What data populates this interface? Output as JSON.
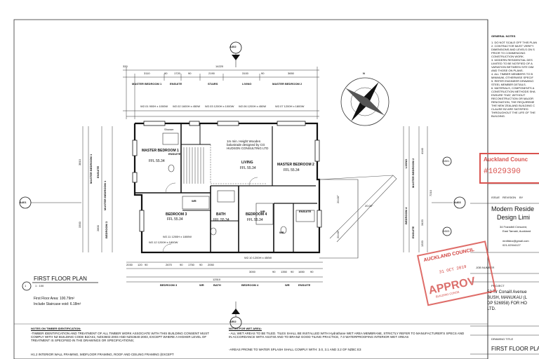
{
  "plan": {
    "title": "FIRST FLOOR PLAN",
    "view_number": "1",
    "scale": "1 : 100",
    "floor_area": "First Floor Area: 100.79m²",
    "staircase_void": "Include Staircase void: 6.18m²",
    "markers": {
      "top": "A402",
      "left": "A401",
      "right": "A403",
      "bottom": "A502",
      "right_top": "A501",
      "right_bottom": "A503"
    },
    "rooms": [
      {
        "name": "MASTER BEDROOM 1",
        "ffl": "FFL 55.34"
      },
      {
        "name": "LIVING",
        "ffl": "FFL 55.34"
      },
      {
        "name": "MASTER BEDROOM 2",
        "ffl": "FFL 55.34"
      },
      {
        "name": "BEDROOM 3",
        "ffl": "FFL 55.34"
      },
      {
        "name": "BATH",
        "ffl": "FFL 55.34"
      },
      {
        "name": "BEDROOM 4",
        "ffl": "FFL 55.34"
      }
    ],
    "small_labels": {
      "ensuite": "ENSUITE",
      "wr": "WR",
      "shower": "Shower",
      "stairs": "STAIRS"
    },
    "balustrade_note": "1m min. Height Wooden balustrade designed by CG HUDSON CONSULTING LTD",
    "top_dims": [
      "320",
      "3110",
      "90",
      "1720",
      "90",
      "2190",
      "3100",
      "90",
      "3650"
    ],
    "top_overall": "14220",
    "top_room_labels": [
      "MASTER BEDROOM 1",
      "ENSUITE",
      "STAIRS",
      "LIVING",
      "MASTER BEDROOM 2"
    ],
    "bottom_dims": [
      "2030",
      "120",
      "90",
      "2670",
      "90",
      "1750",
      "90",
      "2050",
      "3000",
      "90",
      "1350",
      "90",
      "1650",
      "90"
    ],
    "bottom_overall": "12510",
    "bottom_room_labels": [
      "BEDROOM 3",
      "WR",
      "BATH",
      "BEDROOM 4",
      "WR",
      "ENSUITE"
    ],
    "left_labels": [
      "MASTER BEDROOM 1",
      "ENSUITE",
      "MASTER BEDROOM 1",
      "BEDROOM 3"
    ],
    "left_dims": [
      "3810",
      "3300",
      "2800"
    ],
    "right_labels": [
      "LIVING",
      "MASTER BEDROOM 2",
      "BEDROOM 4",
      "ENSUITE"
    ],
    "right_dims": [
      "4140",
      "7210",
      "3420",
      "1320"
    ],
    "roof_angles": [
      "20.00°",
      "20.00°",
      "20.00°"
    ],
    "window_labels": [
      "W2.01 900H x 1000W",
      "W2.02 1600H x 450W",
      "W2.03 1200H x 1000W",
      "W2.06 1200H x 450W",
      "W2.07 1200H x 1800W",
      "W2.11 1200H x 1800W",
      "W2.12 1200H x 1800W",
      "W2.10 1200H x 450W"
    ],
    "compass_label": "N"
  },
  "general_notes": {
    "title": "GENERAL NOTES",
    "items": [
      "1. DO NOT SCALE OFF THIS PLAN",
      "2. CONTRACTOR MUST VERIFY",
      "DIMENSIONS AND LEVELS ON S",
      "PRIOR TO COMMENCING",
      "CONSTRUCTION WORK.",
      "3. MODERN RESIDENTIAL DES",
      "LIMITED TO BE NOTIFIED OF A",
      "VARIATION BETWEEN SITE DIM",
      "AND THOSE ON PLANS.",
      "4. ALL TIMBER MEMBERS TO B",
      "MINIMUM, OTHERWISE SPECIF",
      "5. REFER ENGINEER DRAWING",
      "STEEL MEMBER DETAILS.",
      "6. MATERIALS, COMPONENTS A",
      "CONSTRUCTION METHODS SHA",
      "ENSURE THAT, WITHOUT",
      "RECONSTRUCTION OR MAJOR",
      "RENOVATION, THE REQUIREME",
      "THE NEW ZEALAND BUILDING C",
      "CLAUSE B2 ARE SATISFIED",
      "THROUGHOUT THE LIFE OF THE",
      "BUILDING."
    ]
  },
  "council_stamp_top": {
    "name": "Auckland Counc",
    "number": "#1029390"
  },
  "revision_header": [
    "ISSUE",
    "REVISION",
    "BY"
  ],
  "company": {
    "name_line1": "Modern Reside",
    "name_line2": "Design Limi",
    "address1": "34 Fransfell Crescent,",
    "address2": "East Tamaki, Auckland",
    "email": "mrdltdnz@gmail.com",
    "phone": "021-02944127"
  },
  "job": {
    "job_number_label": "JOB NUMBER",
    "project_label": "PROJECT",
    "project_lines": [
      "52 Tir Conaill Avenue",
      "BUSH, MANUKAU (L",
      "DP 526958) FOR HO",
      "LTD."
    ],
    "drawing_title_label": "DRAWING TITLE",
    "drawing_title": "FIRST FLOOR PLA"
  },
  "approval_stamp": {
    "council": "AUCKLAND COUNCIL",
    "date": "31 OCT 2019",
    "word": "APPROV",
    "sub": "BUILDING CONSE"
  },
  "timber_notes": {
    "title": "NOTES ON TIMBER IDENTIFICATION:",
    "body": "-TIMBER IDENTIFICATION AND TREATMENT OF ALL TIMBER WORK ASSOCIATE WITH THIS BUILDING CONSENT MUST COMPLY WITH NZ BUILDING CODE B2/AS1; NZS3602:2003 AND NZS3640:2003, EXCEPT WHERE A HIGHER LEVEL OF TREATMENT IS SPECIFIED IN THE DRAWINGS OR SPECIFICATIONS;",
    "h12": "H1.2 INTERIOR WALL FRAMING, MIDFLOOR FRAMING, ROOF AND CEILING FRAMING (EXCEPT"
  },
  "wet_notes": {
    "title": "NOTES FOR WET AREA:",
    "line1": "- ALL WET AREAS TO BE TILED. TILES SHALL BE INSTALLED WITH  Hydrathane WET AREA MEMBRANE, STRICTLY REFER TO MANUFACTURER'S SPECS AND IN ACCORDANCE WITH AS3740 AND TO BRANZ GOOD TILING PRACTICE, 7.0 WATERPROOFING INTERIOR WET AREAS",
    "line2": "-AREAS PRONE TO WATER SPLASH SHALL COMPLY WITH: 3.0, 3.1 AND 3.2 OF NZBC E3"
  }
}
